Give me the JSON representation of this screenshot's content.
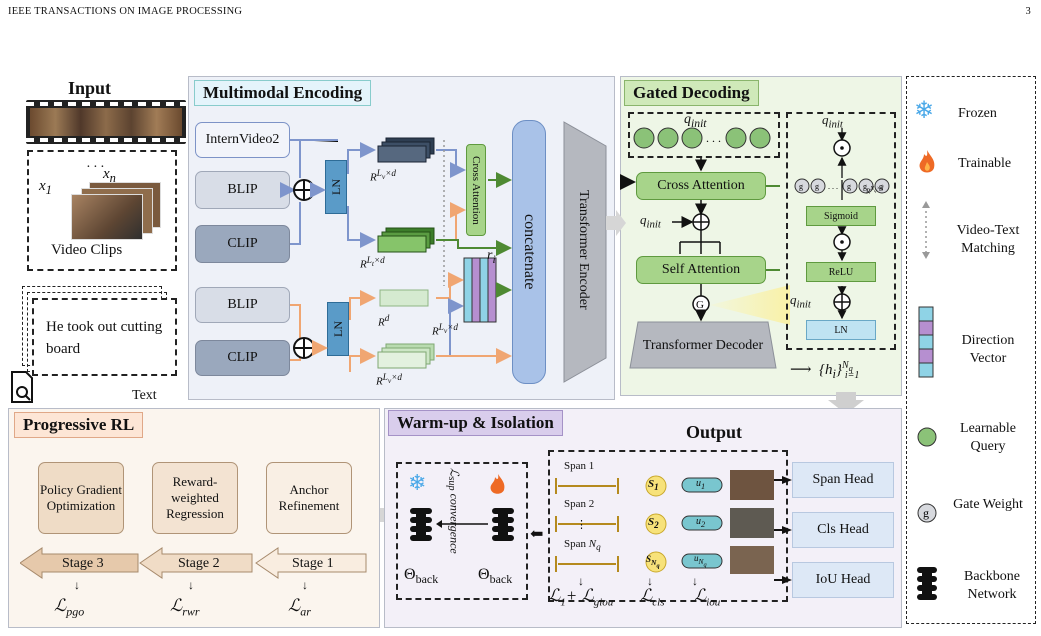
{
  "header": {
    "journal": "IEEE TRANSACTIONS ON IMAGE PROCESSING",
    "page": "3"
  },
  "input": {
    "title": "Input",
    "xn": "xn",
    "x1": "x1",
    "video_clips": "Video Clips",
    "text_query": "He took out cutting board",
    "text_label": "Text"
  },
  "encoding": {
    "title": "Multimodal Encoding",
    "internvideo": "InternVideo2",
    "blip": "BLIP",
    "clip": "CLIP",
    "ln": "LN",
    "cross_attention": "Cross Attention",
    "concatenate": "concatenate",
    "transformer_encoder": "Transformer Encoder",
    "r_lv_d": "R^{Lv×d}",
    "r_lt_d": "R^{Lt×d}",
    "r_d": "R^d",
    "r_i": "ri"
  },
  "decoding": {
    "title": "Gated Decoding",
    "q_init": "qinit",
    "cross_attention": "Cross Attention",
    "self_attention": "Self Attention",
    "transformer_decoder": "Transformer Decoder",
    "sigmoid": "Sigmoid",
    "relu": "ReLU",
    "ln": "LN",
    "gate": "g",
    "hi": "{hi}",
    "nq": "Nq",
    "i1": "i=1"
  },
  "legend": {
    "frozen": "Frozen",
    "trainable": "Trainable",
    "vt_matching": "Video-Text Matching",
    "direction_vector": "Direction Vector",
    "learnable_query": "Learnable Query",
    "gate_weight": "Gate Weight",
    "backbone_network": "Backbone Network"
  },
  "rl": {
    "title": "Progressive RL",
    "pgo": "Policy Gradient Optimization",
    "rwr": "Reward-weighted Regression",
    "anchor": "Anchor Refinement",
    "stage3": "Stage 3",
    "stage2": "Stage 2",
    "stage1": "Stage 1",
    "l_pgo": "ℒpgo",
    "l_rwr": "ℒrwr",
    "l_ar": "ℒar"
  },
  "warmup": {
    "title": "Warm-up & Isolation",
    "output": "Output",
    "theta": "Θback",
    "lsup": "ℒsup convergence",
    "span1": "Span 1",
    "span2": "Span 2",
    "spanN": "Span Nq",
    "s1": "S1",
    "s2": "S2",
    "sN": "SNq",
    "u1": "u1",
    "u2": "u2",
    "uN": "uNq",
    "span_head": "Span Head",
    "cls_head": "Cls Head",
    "iou_head": "IoU Head",
    "l_giou": "ℒ1+ ℒgiou",
    "l_cls": "ℒcls",
    "l_iou": "ℒiou"
  },
  "colors": {
    "enc_bg": "#eef1f8",
    "dec_bg": "#eef6e6",
    "rl_bg": "#fbf5ee",
    "warm_bg": "#f3f0f8",
    "blue": "#93a7d8",
    "orange": "#f0a672",
    "green": "#5a9a3c",
    "concat": "#a9c2e8"
  }
}
